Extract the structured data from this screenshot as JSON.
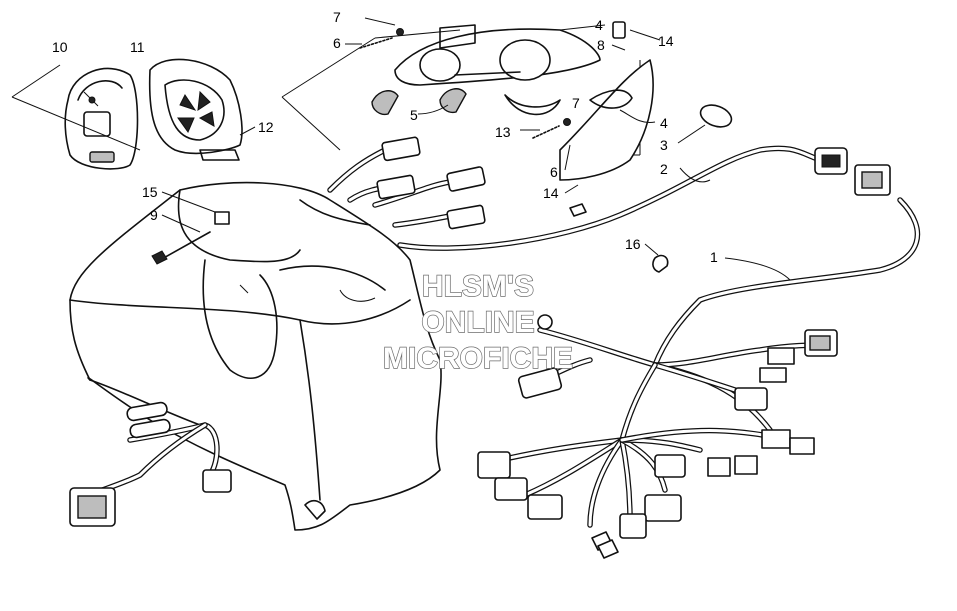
{
  "diagram": {
    "callouts": [
      {
        "id": "c10",
        "text": "10"
      },
      {
        "id": "c11",
        "text": "11"
      },
      {
        "id": "c12",
        "text": "12"
      },
      {
        "id": "c7a",
        "text": "7"
      },
      {
        "id": "c6a",
        "text": "6"
      },
      {
        "id": "c5",
        "text": "5"
      },
      {
        "id": "c4a",
        "text": "4"
      },
      {
        "id": "c8",
        "text": "8"
      },
      {
        "id": "c14a",
        "text": "14"
      },
      {
        "id": "c7b",
        "text": "7"
      },
      {
        "id": "c13",
        "text": "13"
      },
      {
        "id": "c4b",
        "text": "4"
      },
      {
        "id": "c3",
        "text": "3"
      },
      {
        "id": "c2",
        "text": "2"
      },
      {
        "id": "c6b",
        "text": "6"
      },
      {
        "id": "c14b",
        "text": "14"
      },
      {
        "id": "c15",
        "text": "15"
      },
      {
        "id": "c9",
        "text": "9"
      },
      {
        "id": "c16",
        "text": "16"
      },
      {
        "id": "c1",
        "text": "1"
      }
    ],
    "watermark": [
      "HLSM'S",
      "ONLINE",
      "MICROFICHE"
    ]
  }
}
